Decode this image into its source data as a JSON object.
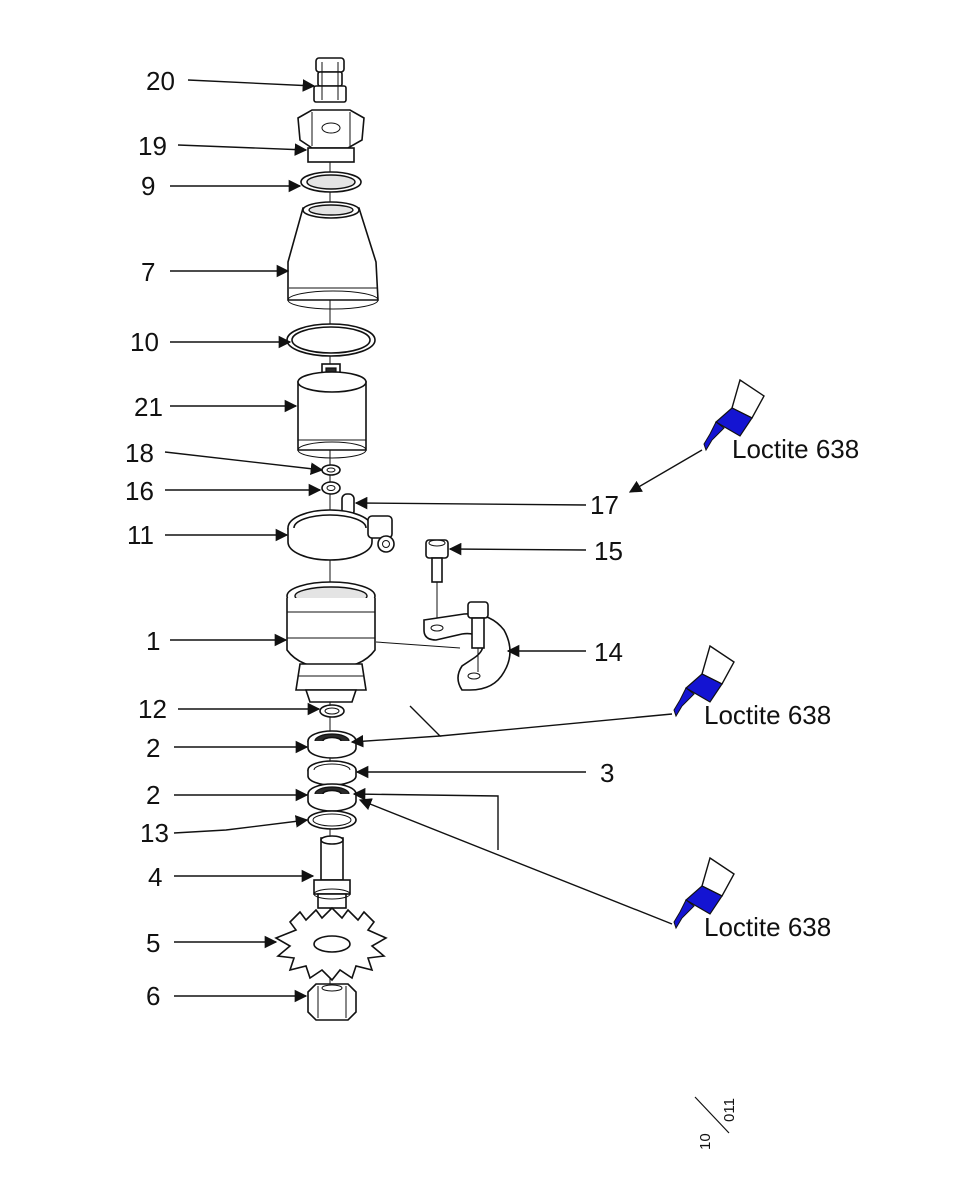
{
  "callouts": [
    {
      "id": "c20",
      "label": "20"
    },
    {
      "id": "c19",
      "label": "19"
    },
    {
      "id": "c9",
      "label": "9"
    },
    {
      "id": "c7",
      "label": "7"
    },
    {
      "id": "c10",
      "label": "10"
    },
    {
      "id": "c21",
      "label": "21"
    },
    {
      "id": "c18",
      "label": "18"
    },
    {
      "id": "c16",
      "label": "16"
    },
    {
      "id": "c11",
      "label": "11"
    },
    {
      "id": "c1",
      "label": "1"
    },
    {
      "id": "c12",
      "label": "12"
    },
    {
      "id": "c2a",
      "label": "2"
    },
    {
      "id": "c2b",
      "label": "2"
    },
    {
      "id": "c13",
      "label": "13"
    },
    {
      "id": "c4",
      "label": "4"
    },
    {
      "id": "c5",
      "label": "5"
    },
    {
      "id": "c6",
      "label": "6"
    },
    {
      "id": "c17",
      "label": "17"
    },
    {
      "id": "c15",
      "label": "15"
    },
    {
      "id": "c14",
      "label": "14"
    },
    {
      "id": "c3",
      "label": "3"
    }
  ],
  "adhesive_notes": [
    {
      "label": "Loctite 638"
    },
    {
      "label": "Loctite 638"
    },
    {
      "label": "Loctite 638"
    }
  ],
  "page_number": {
    "top": "10",
    "bottom": "011"
  },
  "colors": {
    "adhesive": "#1414d2",
    "line": "#111111",
    "background": "#ffffff"
  }
}
